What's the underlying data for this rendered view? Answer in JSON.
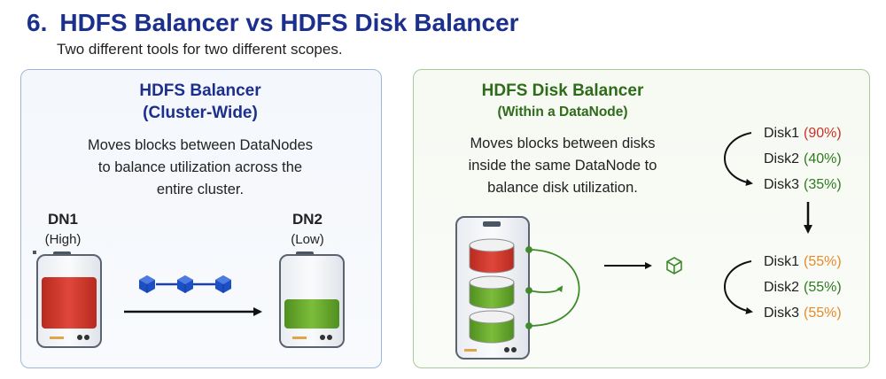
{
  "header": {
    "number": "6.",
    "title": "HDFS Balancer vs HDFS Disk Balancer",
    "subtitle": "Two different tools for two different scopes."
  },
  "left_panel": {
    "title": "HDFS Balancer",
    "scope": "(Cluster-Wide)",
    "description_lines": [
      "Moves blocks between DataNodes",
      "to balance utilization across the",
      "entire cluster."
    ],
    "nodes": [
      {
        "name": "DN1",
        "state": "(High)",
        "fill_color": "#d33b2c"
      },
      {
        "name": "DN2",
        "state": "(Low)",
        "fill_color": "#6aae2f"
      }
    ]
  },
  "right_panel": {
    "title": "HDFS Disk Balancer",
    "scope": "(Within a DataNode)",
    "description_lines": [
      "Moves blocks between disks",
      "inside the same DataNode to",
      "balance disk utilization."
    ],
    "before": [
      {
        "name": "Disk1",
        "pct": "(90%)",
        "color": "#c83228"
      },
      {
        "name": "Disk2",
        "pct": "(40%)",
        "color": "#2e7a1f"
      },
      {
        "name": "Disk3",
        "pct": "(35%)",
        "color": "#2e7a1f"
      }
    ],
    "after": [
      {
        "name": "Disk1",
        "pct": "(55%)",
        "color": "#e8892a"
      },
      {
        "name": "Disk2",
        "pct": "(55%)",
        "color": "#2e7a1f"
      },
      {
        "name": "Disk3",
        "pct": "(55%)",
        "color": "#e8892a"
      }
    ]
  },
  "icons": {
    "block": "cube-icon",
    "move": "arrow-right-icon",
    "rebalance": "curved-arrow-icon"
  }
}
